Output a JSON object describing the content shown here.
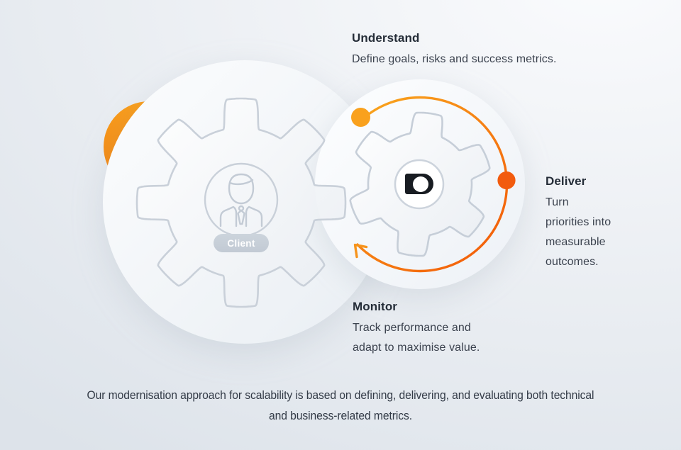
{
  "steps": {
    "understand": {
      "title": "Understand",
      "description": "Define goals, risks and success metrics."
    },
    "deliver": {
      "title": "Deliver",
      "lines": [
        "Turn",
        "priorities into",
        "measurable",
        "outcomes."
      ]
    },
    "monitor": {
      "title": "Monitor",
      "lines": [
        "Track performance and",
        "adapt to maximise value."
      ]
    }
  },
  "client": {
    "badge_label": "Client"
  },
  "caption": {
    "lines": [
      "Our modernisation approach for scalability is based on defining, delivering, and evaluating both technical",
      "and business-related metrics."
    ]
  },
  "icons": {
    "client_icon": "person-icon",
    "process_icon": "company-logo-icon",
    "cycle_icon": "rotation-arrow-icon"
  },
  "colors": {
    "accent_orange": "#f58220",
    "understand_dot": "#f9a11d",
    "deliver_dot": "#f25b0e",
    "blob_orange": "#f78d17",
    "badge_bg": "#c7cfd8",
    "gear_stroke": "#c9d0d9",
    "heading_text": "#252d38",
    "body_text": "#3b424e"
  }
}
